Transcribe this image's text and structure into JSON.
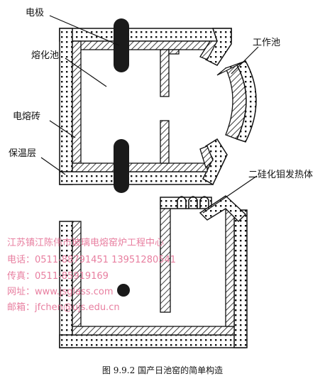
{
  "labels": {
    "electrode": "电极",
    "melting_pool": "熔化池",
    "fused_brick": "电熔砖",
    "insulation_layer": "保温层",
    "working_pool": "工作池",
    "heater": "二硅化钼发热体"
  },
  "watermark": {
    "line1": "江苏镇江陈伟市玻璃电熔窑炉工程中心",
    "line2": "电话：0511-88791451   13951280541",
    "line3": "传真：0511-85919169",
    "line4": "网址：www.jsglass.com",
    "line5": "邮箱：jfchen@ujs.edu.cn",
    "color": "#e87fa0"
  },
  "caption": "图 9.9.2   国产日池窑的简单构造",
  "colors": {
    "ink": "#111111",
    "electrode_fill": "#1a1a1a",
    "background": "#ffffff"
  }
}
